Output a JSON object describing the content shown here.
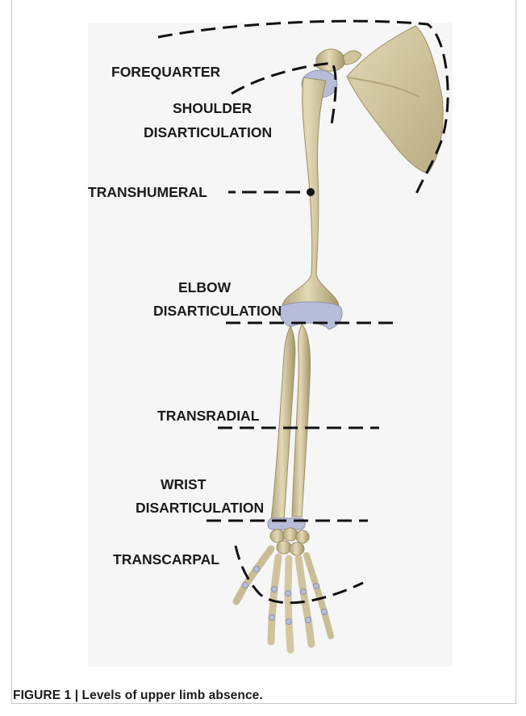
{
  "figure": {
    "caption": "FIGURE 1 | Levels of upper limb absence.",
    "labels": {
      "forequarter": "FOREQUARTER",
      "shoulder_line1": "SHOULDER",
      "shoulder_line2": "DISARTICULATION",
      "transhumeral": "TRANSHUMERAL",
      "elbow_line1": "ELBOW",
      "elbow_line2": "DISARTICULATION",
      "transradial": "TRANSRADIAL",
      "wrist_line1": "WRIST",
      "wrist_line2": "DISARTICULATION",
      "transcarpal": "TRANSCARPAL"
    },
    "colors": {
      "bone": "#d9cda6",
      "bone_shade": "#a8996e",
      "cartilage": "#b7bcd9",
      "dash": "#111111",
      "panel": "#f6f6f6"
    }
  }
}
